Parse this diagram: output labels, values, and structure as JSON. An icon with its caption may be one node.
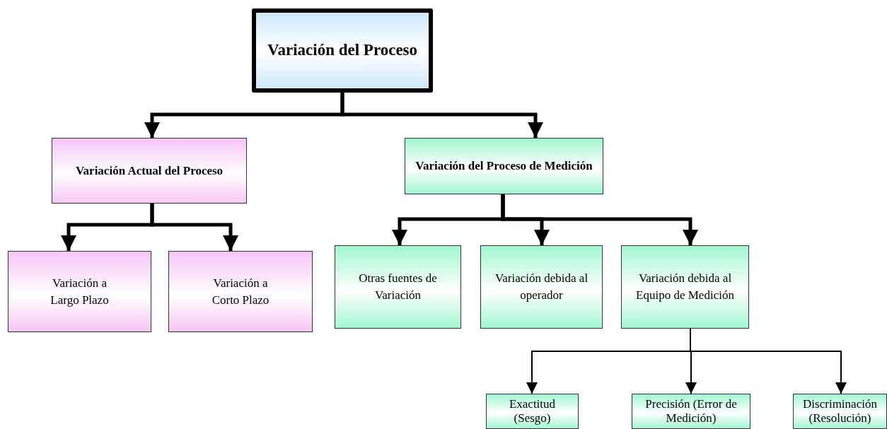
{
  "diagram": {
    "nodes": [
      {
        "text": [
          "Variación del Proceso"
        ]
      },
      {
        "text": [
          "Variación Actual del Proceso"
        ]
      },
      {
        "text": [
          "Variación del Proceso de Medición"
        ]
      },
      {
        "text": [
          "Variación a Largo Plazo"
        ]
      },
      {
        "text": [
          "Variación a Corto Plazo"
        ]
      },
      {
        "text": [
          "Otras fuentes de Variación"
        ]
      },
      {
        "text": [
          "Variación debida al operador"
        ]
      },
      {
        "text": [
          "Variación debida al Equipo de Medición"
        ]
      },
      {
        "text": [
          "Exactitud (Sesgo)"
        ]
      },
      {
        "text": [
          "Precisión (Error de Medición)"
        ]
      },
      {
        "text": [
          "Discriminación (Resolución)"
        ]
      }
    ],
    "edges": [
      {
        "from": 0,
        "to": 1,
        "arrow": "to"
      },
      {
        "from": 0,
        "to": 2,
        "arrow": "to"
      },
      {
        "from": 1,
        "to": 3,
        "arrow": "to"
      },
      {
        "from": 1,
        "to": 4,
        "arrow": "to"
      },
      {
        "from": 2,
        "to": 5,
        "arrow": "to"
      },
      {
        "from": 2,
        "to": 6,
        "arrow": "to"
      },
      {
        "from": 2,
        "to": 7,
        "arrow": "to"
      },
      {
        "from": 7,
        "to": 8,
        "arrow": "to"
      },
      {
        "from": 7,
        "to": 9,
        "arrow": "to"
      },
      {
        "from": 7,
        "to": 10,
        "arrow": "to"
      }
    ]
  }
}
